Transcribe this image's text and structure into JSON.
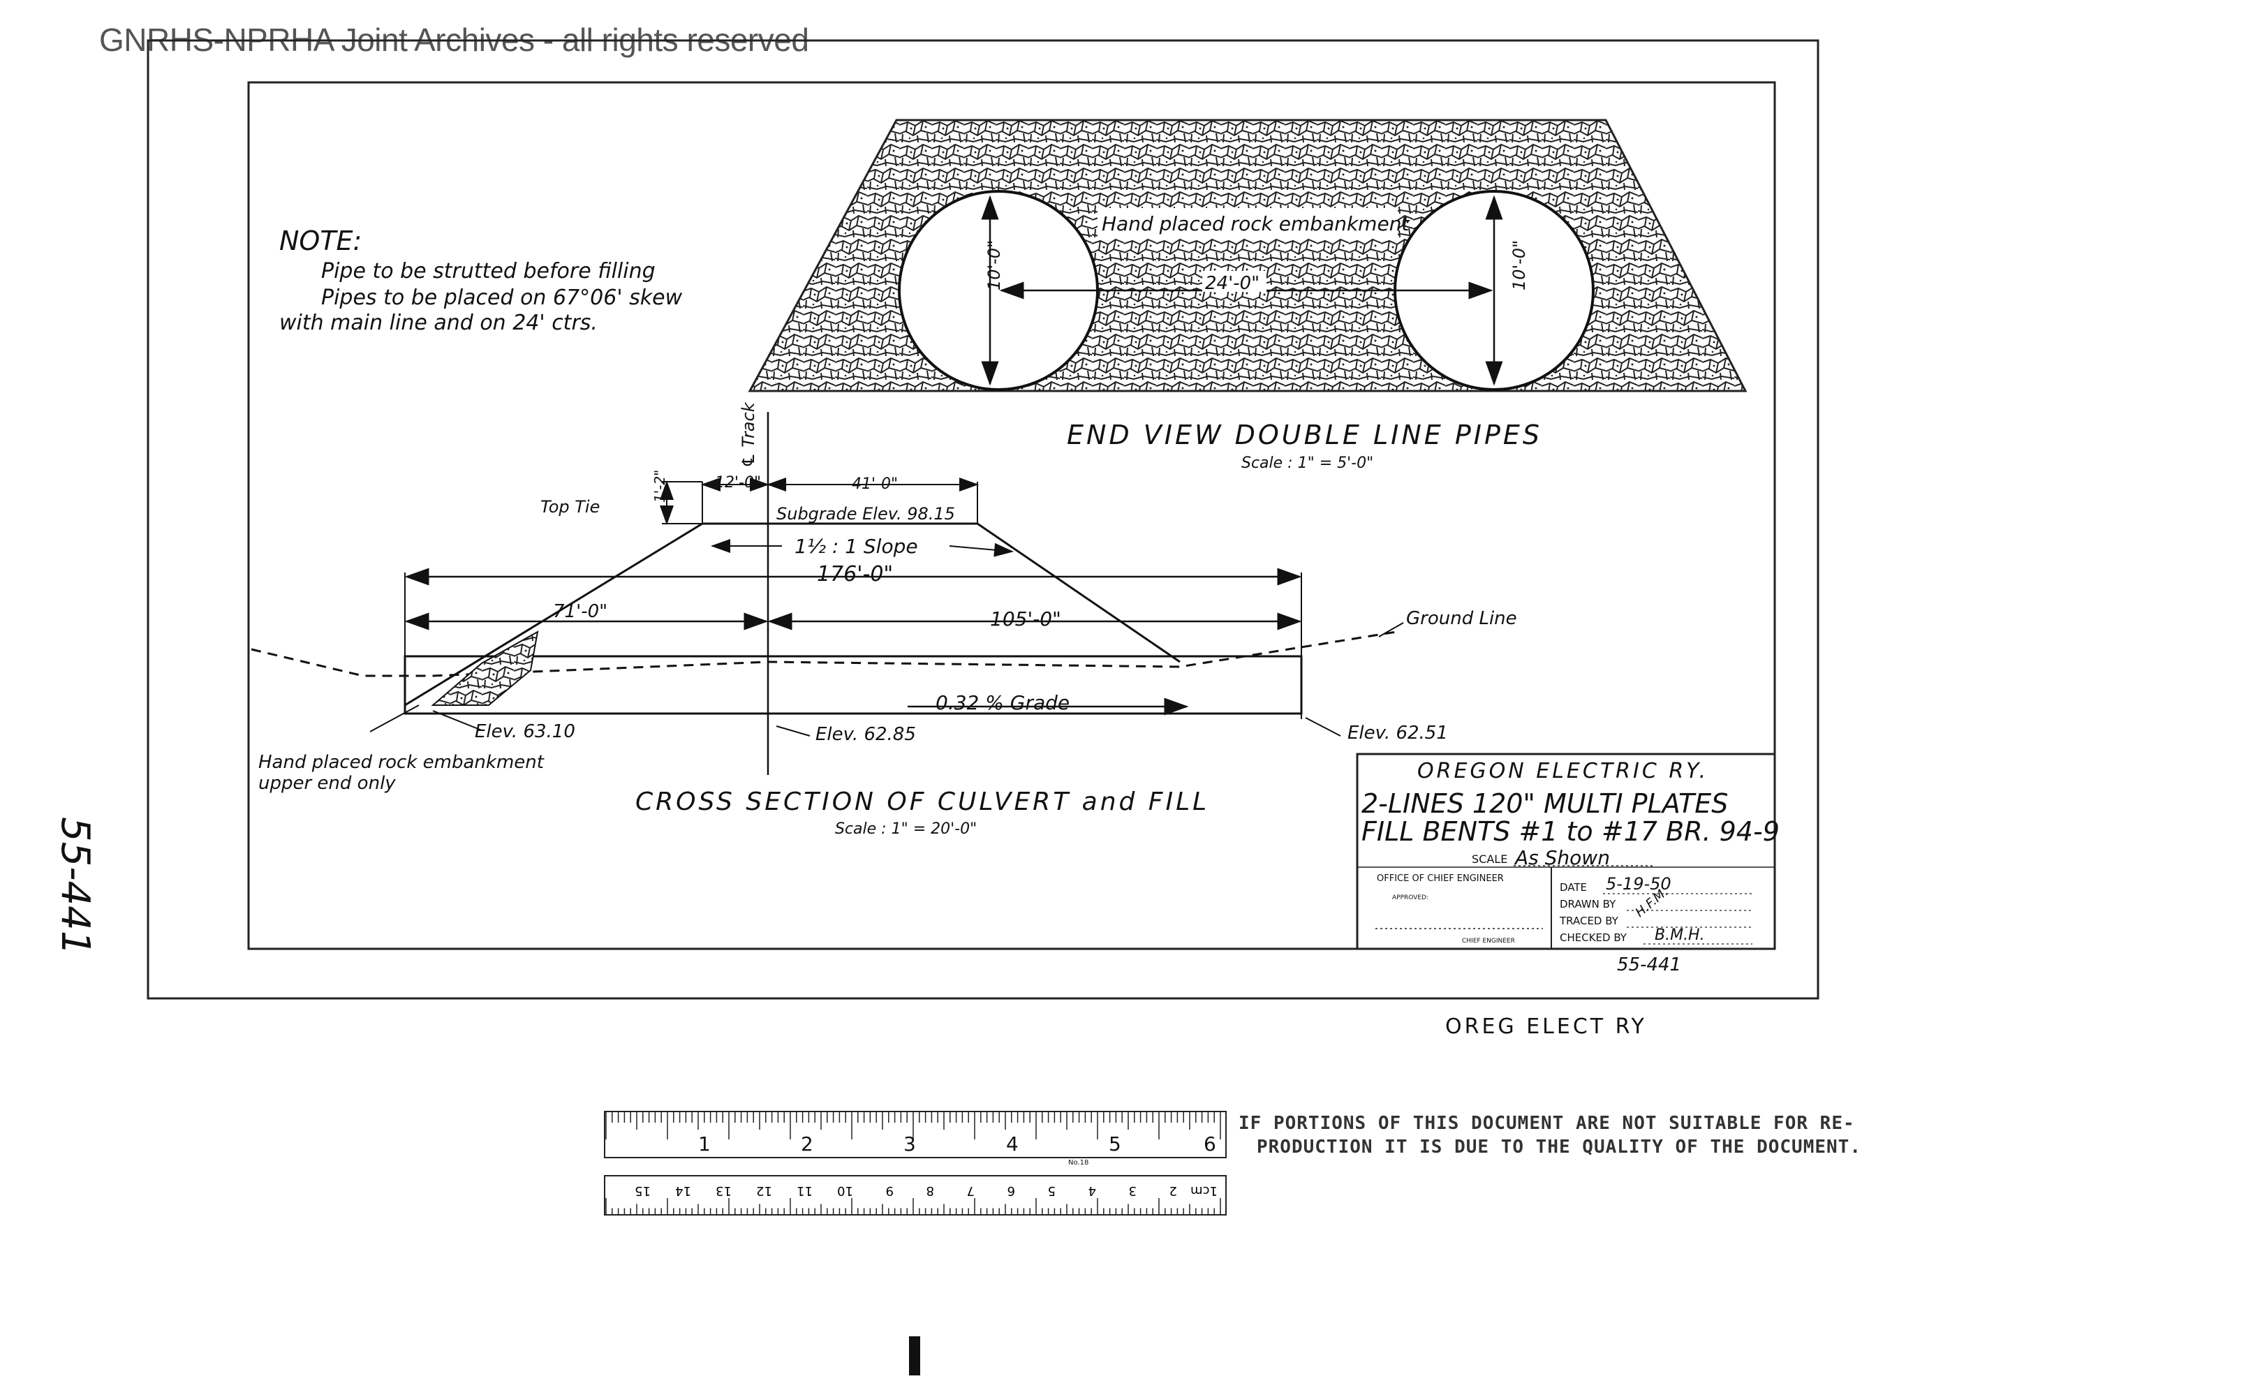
{
  "watermark": "GNRHS-NPRHA Joint Archives - all rights reserved",
  "note": {
    "heading": "NOTE:",
    "lines": [
      "Pipe to be strutted before filling",
      "Pipes to be placed on 67°06' skew",
      "with main line and on 24' ctrs."
    ]
  },
  "end_view": {
    "rock_label": "Hand placed rock embankment",
    "pipe_diameter": "10'-0\"",
    "center_spacing": "24'-0\"",
    "title": "END VIEW DOUBLE LINE PIPES",
    "scale": "Scale : 1\" = 5'-0\""
  },
  "cross_section": {
    "track_label": "℄ Track",
    "top_tie": "Top Tie",
    "top_tie_dim": "1'-2\"",
    "half_width": "12'-0\"",
    "right_width": "41'-0\"",
    "subgrade": "Subgrade Elev. 98.15",
    "slope": "1½ : 1 Slope",
    "total_length": "176'-0\"",
    "left_length": "71'-0\"",
    "right_length": "105'-0\"",
    "ground_line": "Ground Line",
    "grade": "0.32 % Grade",
    "elev_left": "Elev. 63.10",
    "elev_center": "Elev. 62.85",
    "elev_right": "Elev. 62.51",
    "rock_note_1": "Hand placed rock embankment",
    "rock_note_2": "upper end only",
    "title": "CROSS SECTION OF CULVERT and FILL",
    "scale": "Scale : 1\" = 20'-0\""
  },
  "title_block": {
    "railway": "OREGON ELECTRIC RY.",
    "line1": "2-LINES 120\" MULTI PLATES",
    "line2": "FILL BENTS #1 to #17 BR. 94-9",
    "scale_label": "SCALE",
    "scale_value": "As Shown",
    "office": "OFFICE OF CHIEF ENGINEER",
    "approved": "APPROVED:",
    "chief": "CHIEF ENGINEER",
    "date_label": "DATE",
    "date_value": "5-19-50",
    "drawn_label": "DRAWN BY",
    "traced_label": "TRACED BY",
    "traced_value": "H.F.M.",
    "checked_label": "CHECKED BY",
    "checked_value": "B.M.H."
  },
  "drawing_number": "55-441",
  "margin_number": "55-441",
  "faint_stamp": "OREG ELECT RY",
  "ruler": {
    "inches": [
      "1",
      "2",
      "3",
      "4",
      "5",
      "6"
    ],
    "cm": [
      "1cm",
      "2",
      "3",
      "4",
      "5",
      "6",
      "7",
      "8",
      "9",
      "10",
      "11",
      "12",
      "13",
      "14",
      "15"
    ],
    "maker": "No.18"
  },
  "quality_notice": {
    "line1": "IF PORTIONS OF THIS DOCUMENT ARE NOT SUITABLE FOR RE-",
    "line2": "PRODUCTION IT IS DUE TO THE QUALITY OF THE DOCUMENT."
  }
}
